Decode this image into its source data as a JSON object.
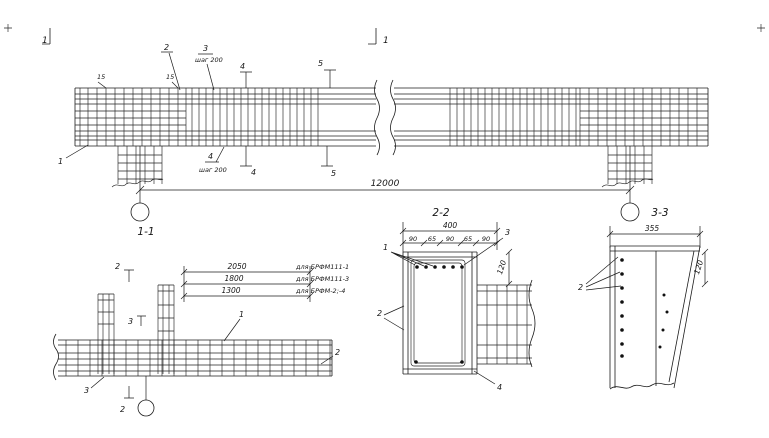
{
  "meta": {
    "paper_color": "#ffffff",
    "ink_color": "#1c1c1c",
    "drawing_type": "reinforced-concrete-beam-working-drawing"
  },
  "elevation": {
    "cut_left": "1",
    "cut_mid": "1",
    "dim_overall": "12000",
    "note_15_a": "15",
    "note_15_b": "15",
    "pos2": "2",
    "pos3": "3",
    "step_top": "шаг 200",
    "pos4_top": "4",
    "pos5_top": "5",
    "pos1": "1",
    "pos4_bot": "4",
    "step_bot": "шаг 200",
    "pos4_tick": "4",
    "pos5_bot": "5"
  },
  "section11": {
    "title": "1-1",
    "dims": [
      {
        "value": "2050",
        "note": "для БРФМ111-1"
      },
      {
        "value": "1800",
        "note": "для БРФМ111-3"
      },
      {
        "value": "1300",
        "note": "для БРФМ-2;-4"
      }
    ],
    "cut2_top": "2",
    "cut2_bot": "2",
    "pos3_flag": "3",
    "pos1": "1",
    "pos2": "2",
    "pos3_bot": "3"
  },
  "section22": {
    "title": "2-2",
    "dim_total": "400",
    "parts": [
      "90",
      "65",
      "90",
      "65",
      "90"
    ],
    "dim_drop": "120",
    "pos1": "1",
    "pos2": "2",
    "pos3": "3",
    "pos4": "4"
  },
  "section33": {
    "title": "3-3",
    "dim_total": "355",
    "dim_drop": "120",
    "pos2": "2"
  }
}
